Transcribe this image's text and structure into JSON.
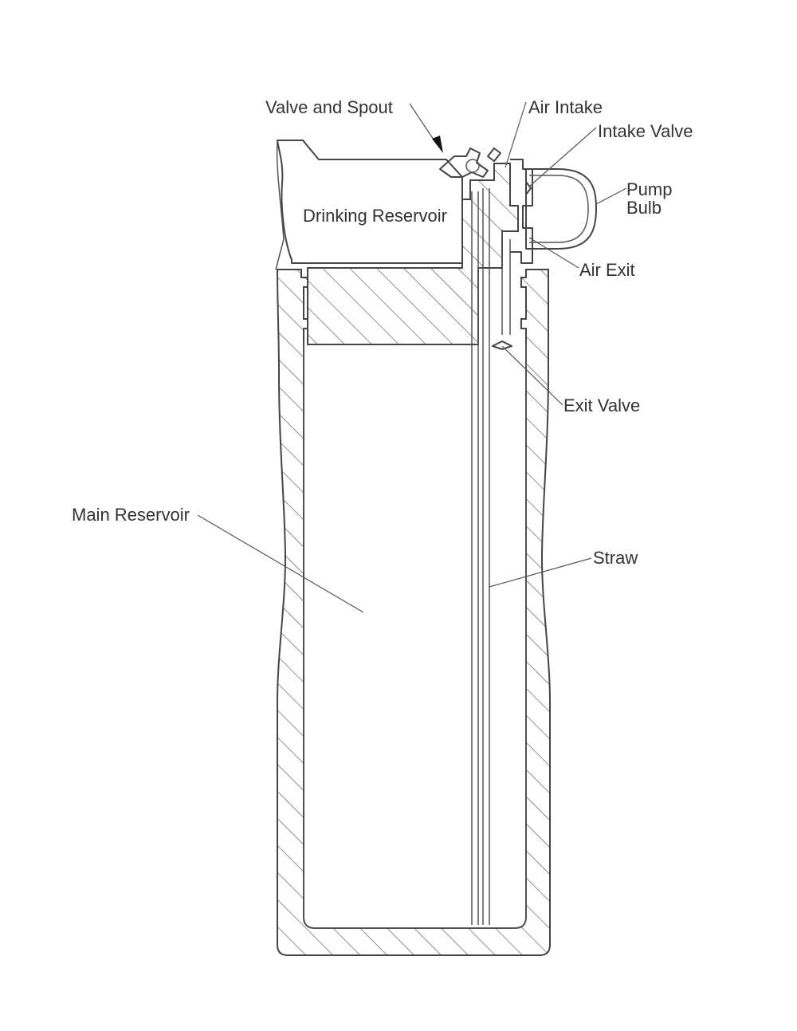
{
  "labels": {
    "valve_and_spout": "Valve and Spout",
    "air_intake": "Air Intake",
    "intake_valve": "Intake Valve",
    "pump_bulb_line1": "Pump",
    "pump_bulb_line2": "Bulb",
    "drinking_reservoir": "Drinking Reservoir",
    "air_exit": "Air Exit",
    "exit_valve": "Exit Valve",
    "main_reservoir": "Main Reservoir",
    "straw": "Straw"
  },
  "colors": {
    "line": "#444444",
    "hatch": "#555555",
    "text": "#333333",
    "background": "#ffffff"
  }
}
